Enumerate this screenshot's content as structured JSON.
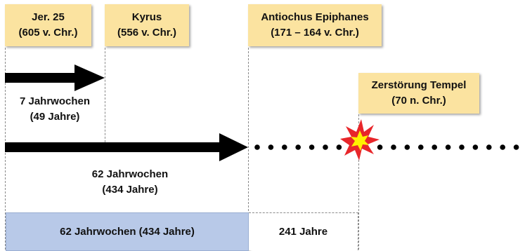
{
  "markers": [
    {
      "name": "jer25",
      "line1": "Jer. 25",
      "line2": "(605 v. Chr.)"
    },
    {
      "name": "kyrus",
      "line1": "Kyrus",
      "line2": "(556 v. Chr.)"
    },
    {
      "name": "antiochus",
      "line1": "Antiochus Epiphanes",
      "line2": "(171 – 164 v. Chr.)"
    },
    {
      "name": "zerstoerung",
      "line1": "Zerstörung Tempel",
      "line2": "(70 n. Chr.)"
    }
  ],
  "arrows": {
    "short": {
      "line1": "7 Jahrwochen",
      "line2": "(49 Jahre)"
    },
    "long": {
      "line1": "62 Jahrwochen",
      "line2": "(434 Jahre)"
    }
  },
  "bottom_bar": {
    "blue_label": "62 Jahrwochen (434 Jahre)",
    "white_label": "241 Jahre"
  },
  "colors": {
    "label_fill": "#fbe3a0",
    "bar_fill": "#b8c9e8",
    "arrow": "#000000",
    "explosion_outer": "#e8262a",
    "explosion_inner": "#fff200"
  }
}
